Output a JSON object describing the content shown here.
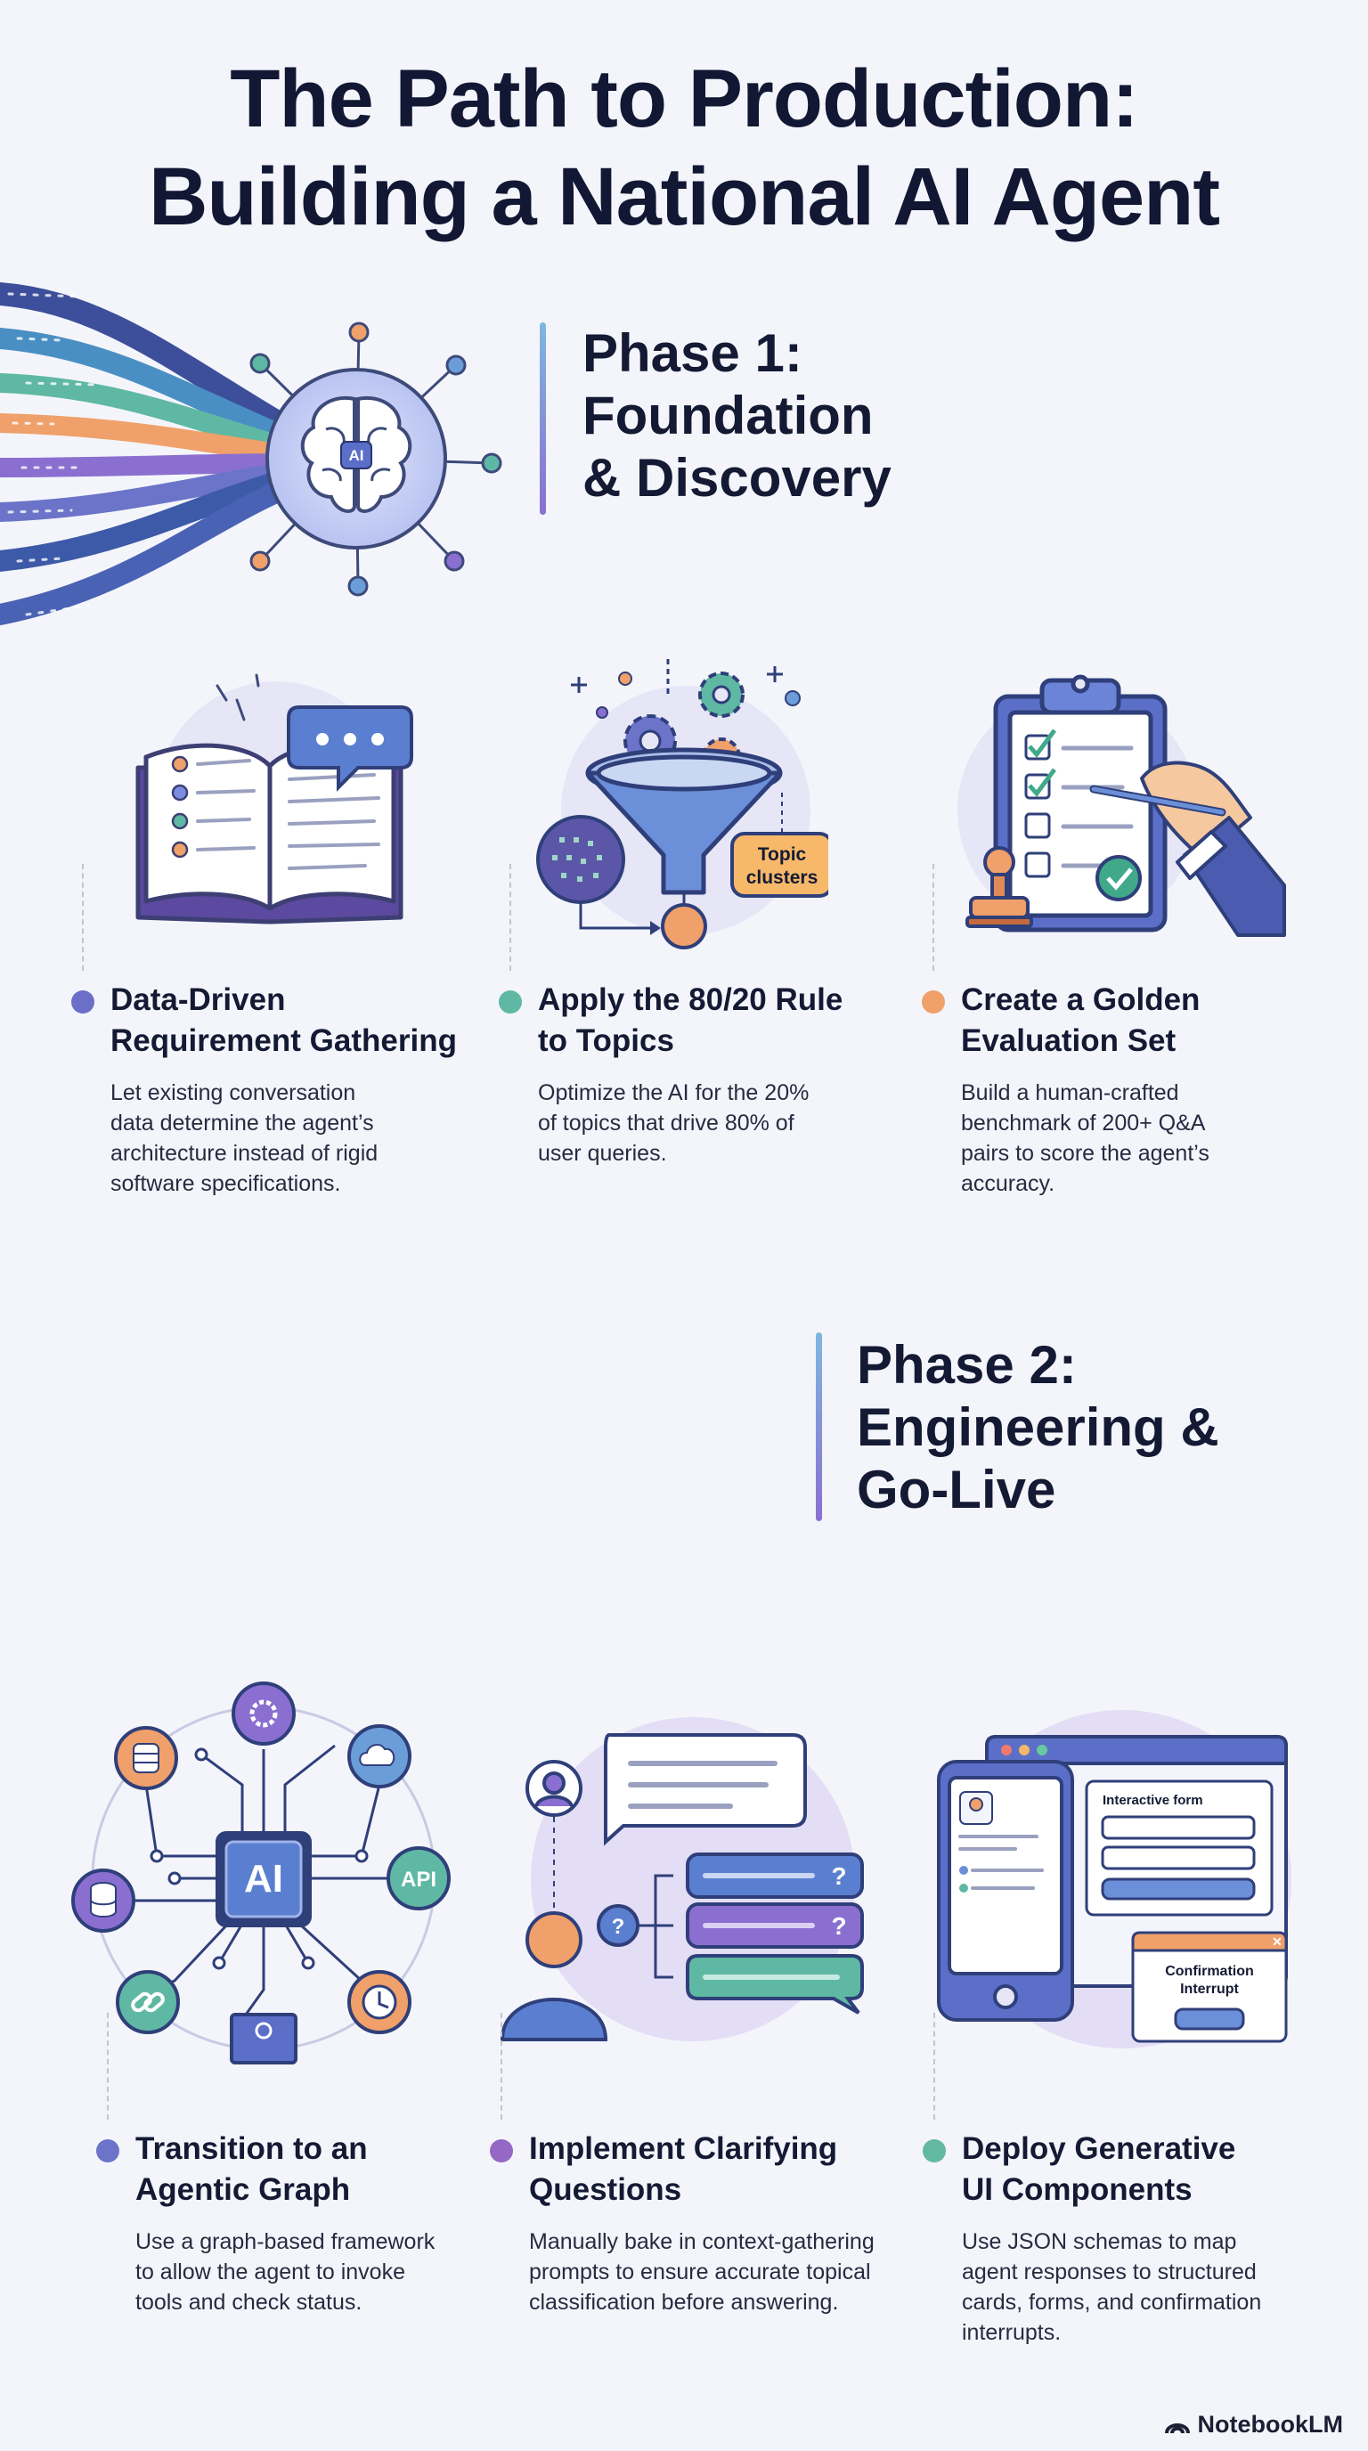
{
  "title": {
    "line1": "The Path to Production:",
    "line2": "Building a National AI Agent"
  },
  "phase1": {
    "heading": {
      "line1": "Phase 1:",
      "line2": "Foundation",
      "line3": "& Discovery"
    },
    "brain_badge": "AI",
    "steps": [
      {
        "title": {
          "line1": "Data-Driven",
          "line2": "Requirement Gathering"
        },
        "body": {
          "line1": "Let existing conversation",
          "line2": "data determine the agent’s",
          "line3": "architecture instead of rigid",
          "line4": "software specifications."
        },
        "dot_color": "#6b6fc8"
      },
      {
        "title": {
          "line1": "Apply the 80/20 Rule",
          "line2": "to Topics"
        },
        "body": {
          "line1": "Optimize the AI for the 20%",
          "line2": "of topics that drive 80% of",
          "line3": "user queries."
        },
        "dot_color": "#5fb8a3",
        "funnel_label": {
          "line1": "Topic",
          "line2": "clusters"
        }
      },
      {
        "title": {
          "line1": "Create a Golden",
          "line2": "Evaluation Set"
        },
        "body": {
          "line1": "Build a human-crafted",
          "line2": "benchmark of 200+ Q&A",
          "line3": "pairs to score the agent’s",
          "line4": "accuracy."
        },
        "dot_color": "#f0a06a"
      }
    ]
  },
  "phase2": {
    "heading": {
      "line1": "Phase 2:",
      "line2": "Engineering &",
      "line3": "Go-Live"
    },
    "steps": [
      {
        "title": {
          "line1": "Transition to an",
          "line2": "Agentic Graph"
        },
        "body": {
          "line1": "Use a graph-based framework",
          "line2": "to allow the agent to invoke",
          "line3": "tools and check status."
        },
        "dot_color": "#6b74c8",
        "chip_label": "AI",
        "api_label": "API"
      },
      {
        "title": {
          "line1": "Implement Clarifying",
          "line2": "Questions"
        },
        "body": {
          "line1": "Manually bake in context-gathering",
          "line2": "prompts to ensure accurate topical",
          "line3": "classification before answering."
        },
        "dot_color": "#9468c4"
      },
      {
        "title": {
          "line1": "Deploy Generative",
          "line2": "UI Components"
        },
        "body": {
          "line1": "Use JSON schemas to map",
          "line2": "agent responses to structured",
          "line3": "cards, forms, and confirmation",
          "line4": "interrupts."
        },
        "dot_color": "#62b8a2",
        "form_label": "Interactive form",
        "confirm_label": {
          "line1": "Confirmation",
          "line2": "Interrupt"
        }
      }
    ]
  },
  "footer": {
    "brand": "NotebookLM"
  },
  "colors": {
    "background": "#f4f5fb",
    "navy": "#141a33",
    "purple": "#8a6fd0",
    "blue": "#6b8fd8",
    "teal": "#5fb8a3",
    "orange": "#f0a06a"
  }
}
